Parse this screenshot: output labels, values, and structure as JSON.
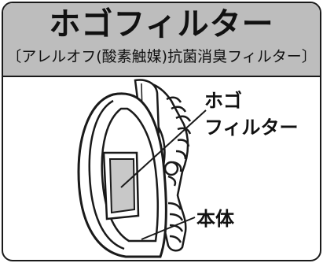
{
  "header": {
    "title": "ホゴフィルター",
    "subtitle": "〔アレルオフ(酸素触媒)抗菌消臭フィルター〕"
  },
  "labels": {
    "filter_line1": "ホゴ",
    "filter_line2": "フィルター",
    "body": "本体"
  },
  "colors": {
    "header_bg": "#bdbdbd",
    "filter_fill": "#c8c8c8",
    "outline": "#1a1a1a"
  }
}
